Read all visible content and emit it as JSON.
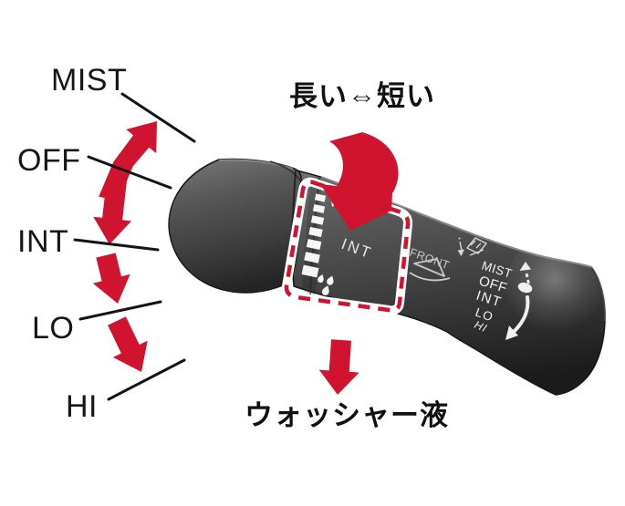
{
  "illustration": {
    "type": "wiper-stalk-diagram",
    "accent_red": "#d0132f",
    "stalk_gray": "#4a4a4a",
    "marking_white": "#f2f2f2",
    "text_black": "#161616"
  },
  "callouts": {
    "items": [
      {
        "label": "MIST"
      },
      {
        "label": "OFF"
      },
      {
        "label": "INT"
      },
      {
        "label": "LO"
      },
      {
        "label": "HI"
      }
    ]
  },
  "annotations": {
    "ring_rotation": "長い⇔短い",
    "washer": "ウォッシャー液"
  },
  "stalk": {
    "ring_label": "INT",
    "front_label": "FRONT",
    "positions": [
      {
        "label": "MIST"
      },
      {
        "label": "OFF"
      },
      {
        "label": "INT"
      },
      {
        "label": "LO"
      },
      {
        "label": "HI"
      }
    ]
  }
}
